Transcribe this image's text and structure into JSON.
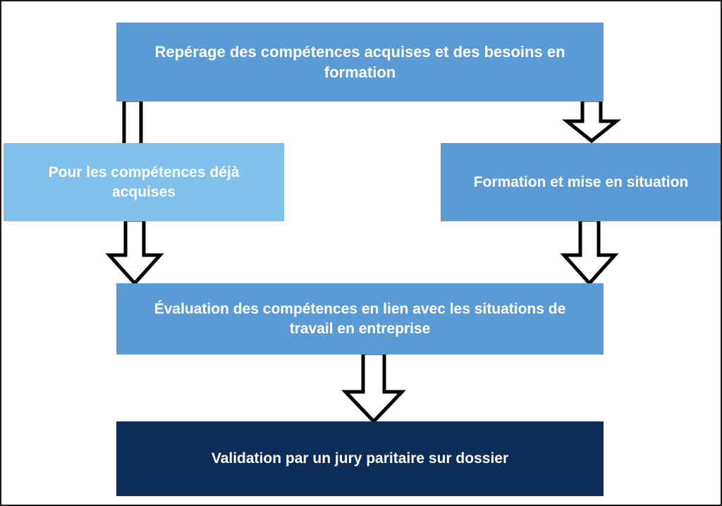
{
  "diagram": {
    "title_present": false,
    "background_color": "#ffffff",
    "border_color": "#1b1b1b",
    "nodes": [
      {
        "id": "reperage",
        "label": "Repérage des compétences acquises et des besoins en formation",
        "fill": "#5b9bd5",
        "text_color": "#ffffff"
      },
      {
        "id": "acquises",
        "label": "Pour les compétences déjà acquises",
        "fill": "#7fc0ec",
        "text_color": "#ffffff"
      },
      {
        "id": "formation",
        "label": "Formation et mise en situation",
        "fill": "#5b9bd5",
        "text_color": "#ffffff"
      },
      {
        "id": "evaluation",
        "label": "Évaluation des compétences en lien avec les situations de travail en entreprise",
        "fill": "#5b9bd5",
        "text_color": "#ffffff"
      },
      {
        "id": "validation",
        "label": "Validation par un jury paritaire sur dossier",
        "fill": "#0e2c58",
        "text_color": "#ffffff"
      }
    ],
    "connectors": [
      {
        "id": "top-left",
        "from": "reperage",
        "to": "acquises",
        "shape": "shaft",
        "direction": "down",
        "fill": "#ffffff",
        "stroke": "#000000"
      },
      {
        "id": "top-right",
        "from": "reperage",
        "to": "formation",
        "shape": "arrow",
        "direction": "down",
        "fill": "#ffffff",
        "stroke": "#000000"
      },
      {
        "id": "left-mid",
        "from": "acquises",
        "to": "evaluation",
        "shape": "arrow",
        "direction": "down",
        "fill": "#ffffff",
        "stroke": "#000000"
      },
      {
        "id": "right-mid",
        "from": "formation",
        "to": "evaluation",
        "shape": "arrow",
        "direction": "down",
        "fill": "#ffffff",
        "stroke": "#000000"
      },
      {
        "id": "bottom",
        "from": "evaluation",
        "to": "validation",
        "shape": "arrow",
        "direction": "down",
        "fill": "#ffffff",
        "stroke": "#000000"
      }
    ]
  }
}
